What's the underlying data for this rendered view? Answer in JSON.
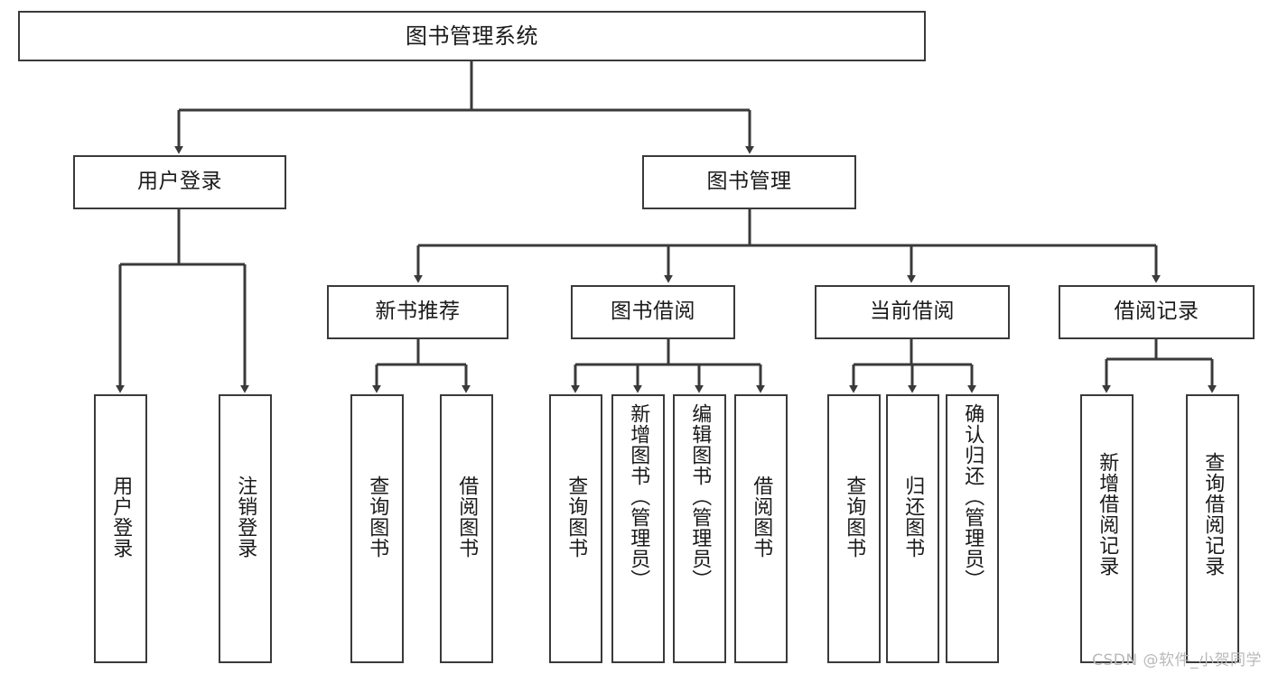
{
  "diagram": {
    "type": "tree",
    "title": "图书管理系统",
    "watermark": "CSDN @软件_小贺同学",
    "colors": {
      "box_border": "#3a3a3a",
      "box_fill": "#ffffff",
      "edge": "#3a3a3a",
      "text": "#1a1a1a",
      "watermark": "#b9b9b9",
      "background": "#ffffff"
    },
    "root": {
      "label": "图书管理系统"
    },
    "level2": [
      {
        "label": "用户登录"
      },
      {
        "label": "图书管理"
      }
    ],
    "level3": [
      {
        "label": "新书推荐"
      },
      {
        "label": "图书借阅"
      },
      {
        "label": "当前借阅"
      },
      {
        "label": "借阅记录"
      }
    ],
    "leaves": {
      "user_login": [
        {
          "label": "用户登录"
        },
        {
          "label": "注销登录"
        }
      ],
      "new_book_recommend": [
        {
          "label": "查询图书"
        },
        {
          "label": "借阅图书"
        }
      ],
      "book_borrow": [
        {
          "label": "查询图书"
        },
        {
          "label": "新增图书（管理员）"
        },
        {
          "label": "编辑图书（管理员）"
        },
        {
          "label": "借阅图书"
        }
      ],
      "current_borrow": [
        {
          "label": "查询图书"
        },
        {
          "label": "归还图书"
        },
        {
          "label": "确认归还（管理员）"
        }
      ],
      "borrow_record": [
        {
          "label": "新增借阅记录"
        },
        {
          "label": "查询借阅记录"
        }
      ]
    }
  }
}
